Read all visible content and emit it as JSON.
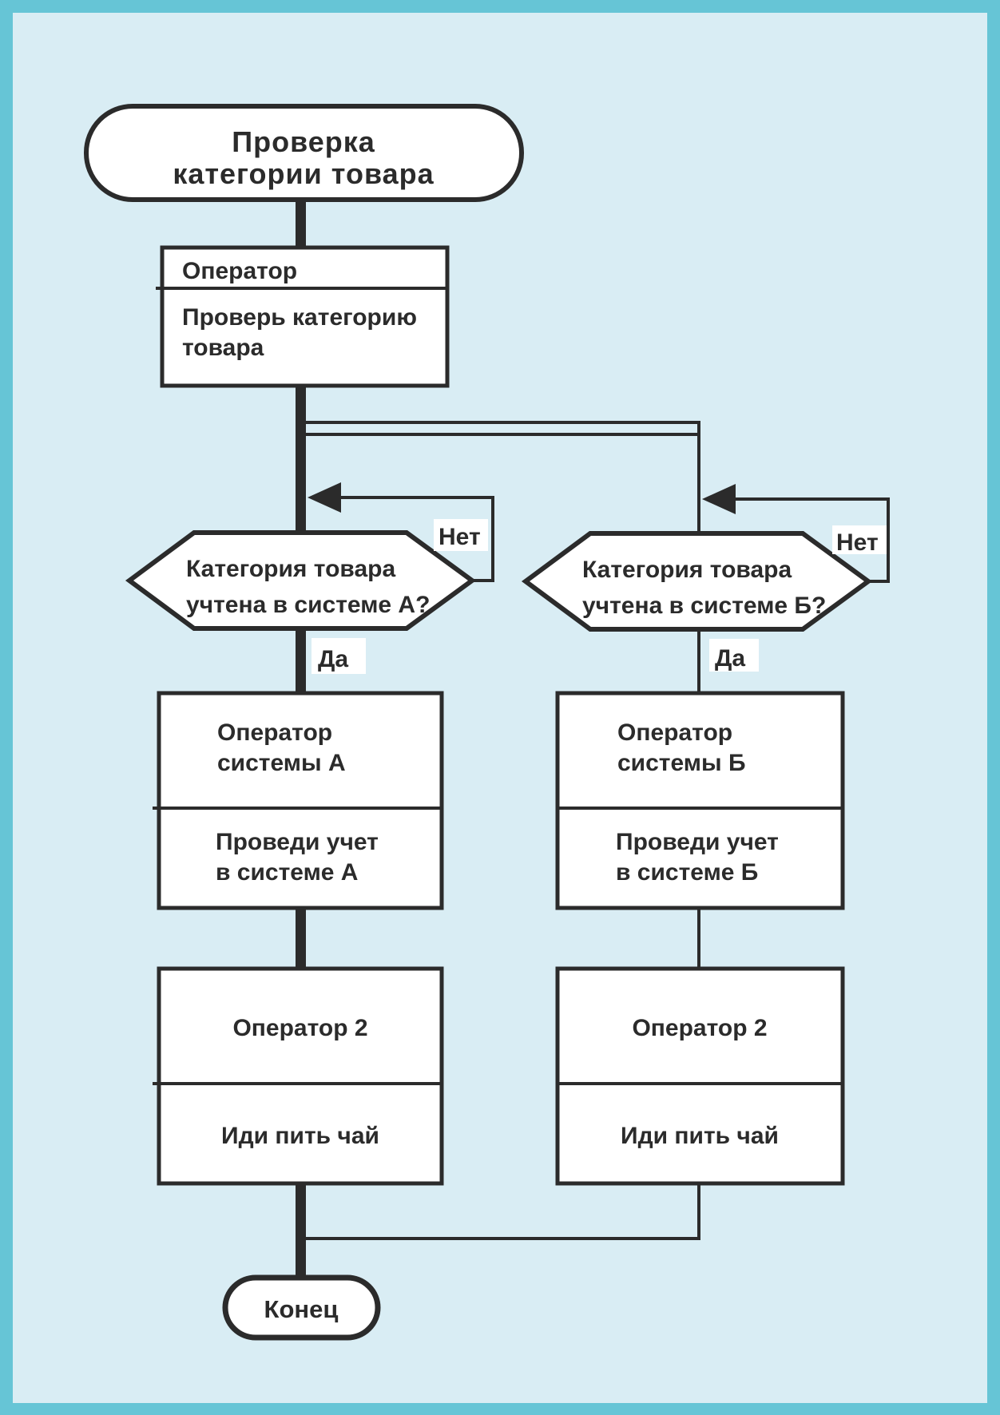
{
  "title": "Проверка категории товара",
  "colors": {
    "frame": "#66c5d6",
    "background": "#d9edf4",
    "line": "#2b2b2b",
    "shape_fill": "#ffffff"
  },
  "nodes": {
    "start": {
      "line1": "Проверка",
      "line2": "категории товара"
    },
    "operator": {
      "header": "Оператор",
      "body_line1": "Проверь категорию",
      "body_line2": "товара"
    },
    "decision_a": {
      "line1": "Категория товара",
      "line2": "учтена в системе А?"
    },
    "decision_b": {
      "line1": "Категория товара",
      "line2": "учтена в системе Б?"
    },
    "operator_a": {
      "header_line1": "Оператор",
      "header_line2": "системы А",
      "body_line1": "Проведи учет",
      "body_line2": "в системе А"
    },
    "operator_b": {
      "header_line1": "Оператор",
      "header_line2": "системы Б",
      "body_line1": "Проведи учет",
      "body_line2": "в системе Б"
    },
    "operator2_a": {
      "header": "Оператор 2",
      "body": "Иди пить чай"
    },
    "operator2_b": {
      "header": "Оператор 2",
      "body": "Иди пить чай"
    },
    "end": {
      "label": "Конец"
    }
  },
  "edges": {
    "no_a": "Нет",
    "no_b": "Нет",
    "yes_a": "Да",
    "yes_b": "Да"
  }
}
